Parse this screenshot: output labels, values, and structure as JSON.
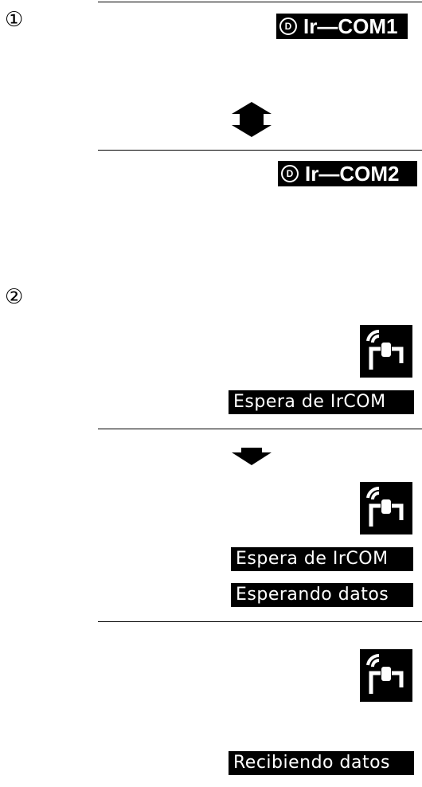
{
  "steps": [
    {
      "marker": "①"
    },
    {
      "marker": "②"
    }
  ],
  "modes": {
    "com1": "Ir—COM1",
    "com2": "Ir—COM2",
    "d_glyph": "D"
  },
  "status": {
    "wait_1": "Espera de IrCOM",
    "wait_2": "Espera de IrCOM",
    "waiting_data": "Esperando datos",
    "receiving": "Recibiendo datos"
  },
  "icons": [
    "double-arrow-icon",
    "down-arrow-icon",
    "infrared-icon"
  ]
}
